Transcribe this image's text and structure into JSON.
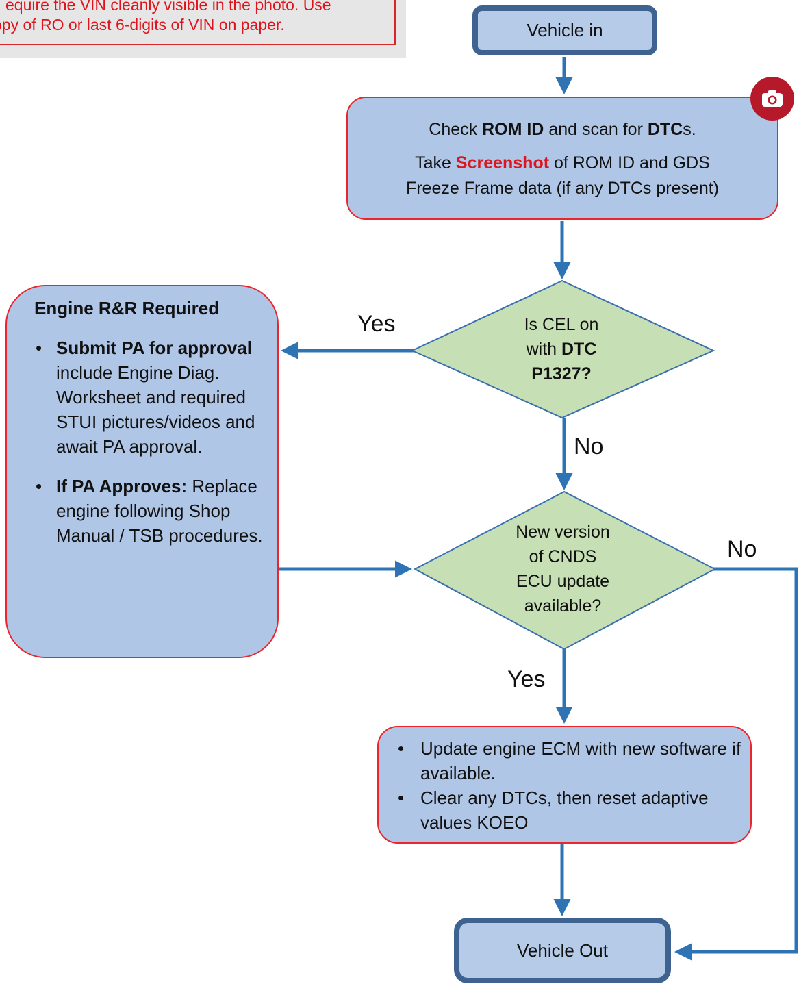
{
  "note": {
    "line1": "equire the VIN cleanly visible in the photo. Use",
    "line2": "opy of RO or last 6-digits of VIN on paper."
  },
  "vehicle_in": "Vehicle in",
  "check_box": {
    "line1_a": "Check ",
    "line1_b": "ROM ID",
    "line1_c": " and scan for ",
    "line1_d": "DTC",
    "line1_e": "s.",
    "line2_a": "Take ",
    "line2_b": "Screenshot",
    "line2_c": " of ROM ID and GDS",
    "line3": "Freeze Frame data (if any DTCs present)"
  },
  "decision1": {
    "line1": "Is CEL on",
    "line2_a": "with ",
    "line2_b": "DTC",
    "line3": "P1327?"
  },
  "decision2": {
    "line1": "New version",
    "line2": "of CNDS",
    "line3": "ECU update",
    "line4": "available?"
  },
  "labels": {
    "yes_left": "Yes",
    "no_down": "No",
    "no_right": "No",
    "yes_down": "Yes"
  },
  "engine_box": {
    "title": "Engine R&R Required",
    "bullet": "•",
    "item1_bold": "Submit PA for approval",
    "item1_rest": " include Engine Diag. Worksheet and required STUI pictures/videos and await PA approval.",
    "item2_bold": "If PA Approves:",
    "item2_rest": " Replace engine following Shop Manual / TSB procedures."
  },
  "update_box": {
    "bullet": "•",
    "item1": "Update engine ECM with new software if available.",
    "item2": "Clear any DTCs, then reset adaptive values KOEO"
  },
  "vehicle_out": "Vehicle Out",
  "colors": {
    "arrow": "#2e74b5",
    "box_fill": "#b0c6e6",
    "box_border": "#e8262b",
    "terminal_border": "#3f6390",
    "diamond_fill": "#c6dfb4",
    "diamond_border": "#3a6fb0",
    "accent_red": "#e0141c",
    "camera": "#b5192a"
  },
  "icons": [
    "camera-icon"
  ]
}
